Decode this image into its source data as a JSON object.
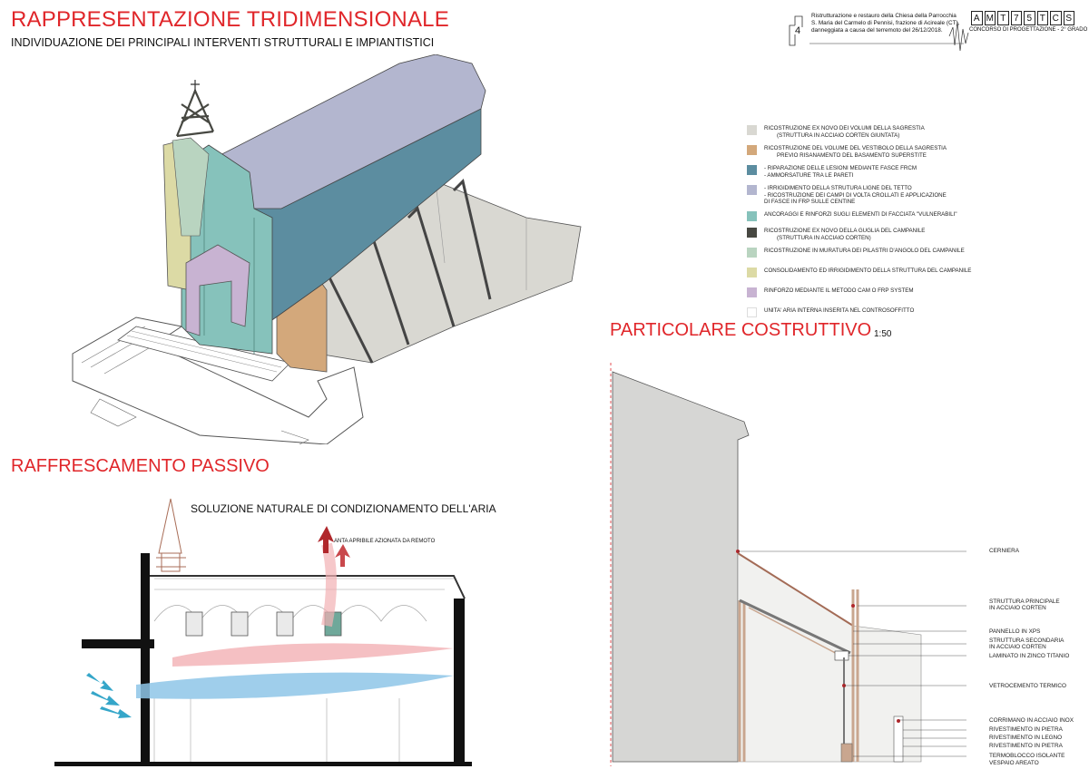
{
  "titles": {
    "main": "RAPPRESENTAZIONE TRIDIMENSIONALE",
    "sub": "INDIVIDUAZIONE DEI PRINCIPALI INTERVENTI STRUTTURALI E IMPIANTISTICI",
    "cooling": "RAFFRESCAMENTO PASSIVO",
    "cooling_sub": "SOLUZIONE NATURALE DI CONDIZIONAMENTO DELL'ARIA",
    "window_label": "ANTA APRIBILE AZIONATA DA REMOTO",
    "detail": "PARTICOLARE COSTRUTTIVO",
    "scale": "1:50"
  },
  "header": {
    "number": "4",
    "line1": "Ristrutturazione e restauro della Chiesa della Parrocchia",
    "line2": "S. Maria del Carmelo di Pennisi, frazione di Acireale (CT),",
    "line3": "danneggiata a causa del terremoto del 26/12/2018.",
    "code": [
      "A",
      "M",
      "T",
      "7",
      "5",
      "T",
      "C",
      "S"
    ],
    "concorso": "CONCORSO DI PROGETTAZIONE - 2° GRADO"
  },
  "legend": [
    {
      "color": "#d9d8d2",
      "lines": [
        "RICOSTRUZIONE EX NOVO DEI VOLUMI DELLA SAGRESTIA",
        "(STRUTTURA IN ACCIAIO CORTEN GIUNTATA)"
      ]
    },
    {
      "color": "#d3a87b",
      "lines": [
        "RICOSTRUZIONE DEL VOLUME DEL VESTIBOLO DELLA SAGRESTIA",
        "PREVIO RISANAMENTO DEL BASAMENTO SUPERSTITE"
      ]
    },
    {
      "color": "#5c8da0",
      "lines": [
        "- RIPARAZIONE DELLE LESIONI MEDIANTE FASCE FRCM",
        "- AMMORSATURE TRA LE PARETI"
      ]
    },
    {
      "color": "#b3b6cf",
      "lines": [
        "- IRRIGIDIMENTO DELLA STRUTURA LIGNE DEL TETTO",
        "- RICOSTRUZIONE DEI CAMPI DI VOLTA CROLLATI E APPLICAZIONE",
        "DI FASCE IN FRP SULLE CENTINE"
      ]
    },
    {
      "color": "#86c2bb",
      "lines": [
        "ANCORAGGI E RINFORZI SUGLI ELEMENTI DI FACCIATA \"VULNERABILI\""
      ]
    },
    {
      "color": "#474842",
      "lines": [
        "RICOSTRUZIONE EX NOVO DELLA GUGLIA DEL CAMPANILE",
        "(STRUTTURA IN ACCIAIO CORTEN)"
      ]
    },
    {
      "color": "#b9d4c0",
      "lines": [
        "RICOSTRUZIONE IN MURATURA DEI PILASTRI D'ANGOLO DEL CAMPANILE"
      ]
    },
    {
      "color": "#dcdaa5",
      "lines": [
        "CONSOLIDAMENTO ED IRRIGIDIMENTO DELLA STRUTTURA DEL CAMPANILE"
      ]
    },
    {
      "color": "#c8b3d2",
      "lines": [
        "RINFORZO MEDIANTE IL METODO CAM O FRP SYSTEM"
      ]
    },
    {
      "color": "#ffffff",
      "lines": [
        "UNITA' ARIA INTERNA INSERITA NEL CONTROSOFFITTO"
      ]
    }
  ],
  "detail_labels": [
    {
      "text": "CERNIERA",
      "lines": [
        "CERNIERA"
      ]
    },
    {
      "lines": [
        "STRUTTURA PRINCIPALE",
        "IN ACCIAIO CORTEN"
      ]
    },
    {
      "lines": [
        "PANNELLO IN XPS"
      ]
    },
    {
      "lines": [
        "STRUTTURA SECONDARIA",
        "IN ACCIAIO CORTEN"
      ]
    },
    {
      "lines": [
        "LAMINATO IN ZINCO TITANIO"
      ]
    },
    {
      "lines": [
        "VETROCEMENTO TERMICO"
      ]
    },
    {
      "lines": [
        "CORRIMANO IN ACCIAIO INOX"
      ]
    },
    {
      "lines": [
        "RIVESTIMENTO IN PIETRA"
      ]
    },
    {
      "lines": [
        "RIVESTIMENTO IN LEGNO"
      ]
    },
    {
      "lines": [
        "RIVESTIMENTO IN PIETRA"
      ]
    },
    {
      "lines": [
        "TERMOBLOCCO ISOLANTE"
      ]
    },
    {
      "lines": [
        "VESPAIO AREATO"
      ]
    }
  ]
}
